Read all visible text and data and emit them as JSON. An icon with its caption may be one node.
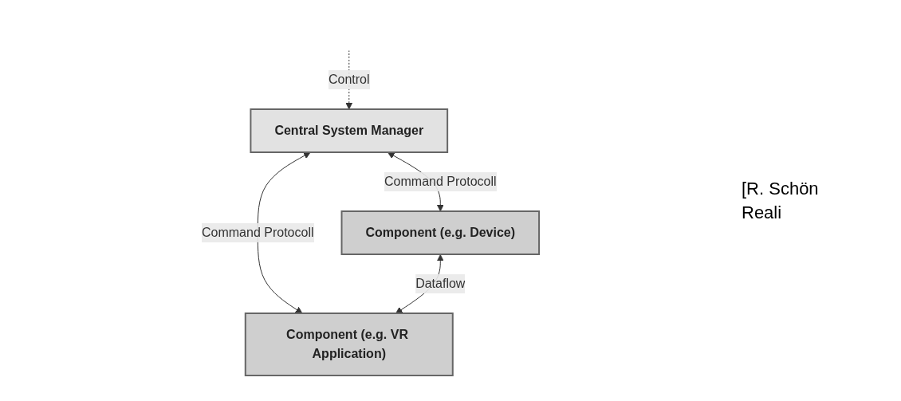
{
  "diagram": {
    "nodes": [
      {
        "text": [
          "Central System Manager"
        ]
      },
      {
        "text": [
          "Component (e.g. Device)"
        ]
      },
      {
        "text": [
          "Component (e.g. VR Application)"
        ]
      }
    ],
    "edges": [
      {
        "from": null,
        "to": 0,
        "arrow": "to",
        "label": "Control",
        "style": "dashed"
      },
      {
        "from": 0,
        "to": 1,
        "arrow": "both",
        "label": "Command Protocoll"
      },
      {
        "from": 0,
        "to": 2,
        "arrow": "both",
        "label": "Command Protocoll"
      },
      {
        "from": 1,
        "to": 2,
        "arrow": "both",
        "label": "Dataflow"
      }
    ],
    "labels": [
      "[R. Schön",
      "Reali"
    ]
  }
}
